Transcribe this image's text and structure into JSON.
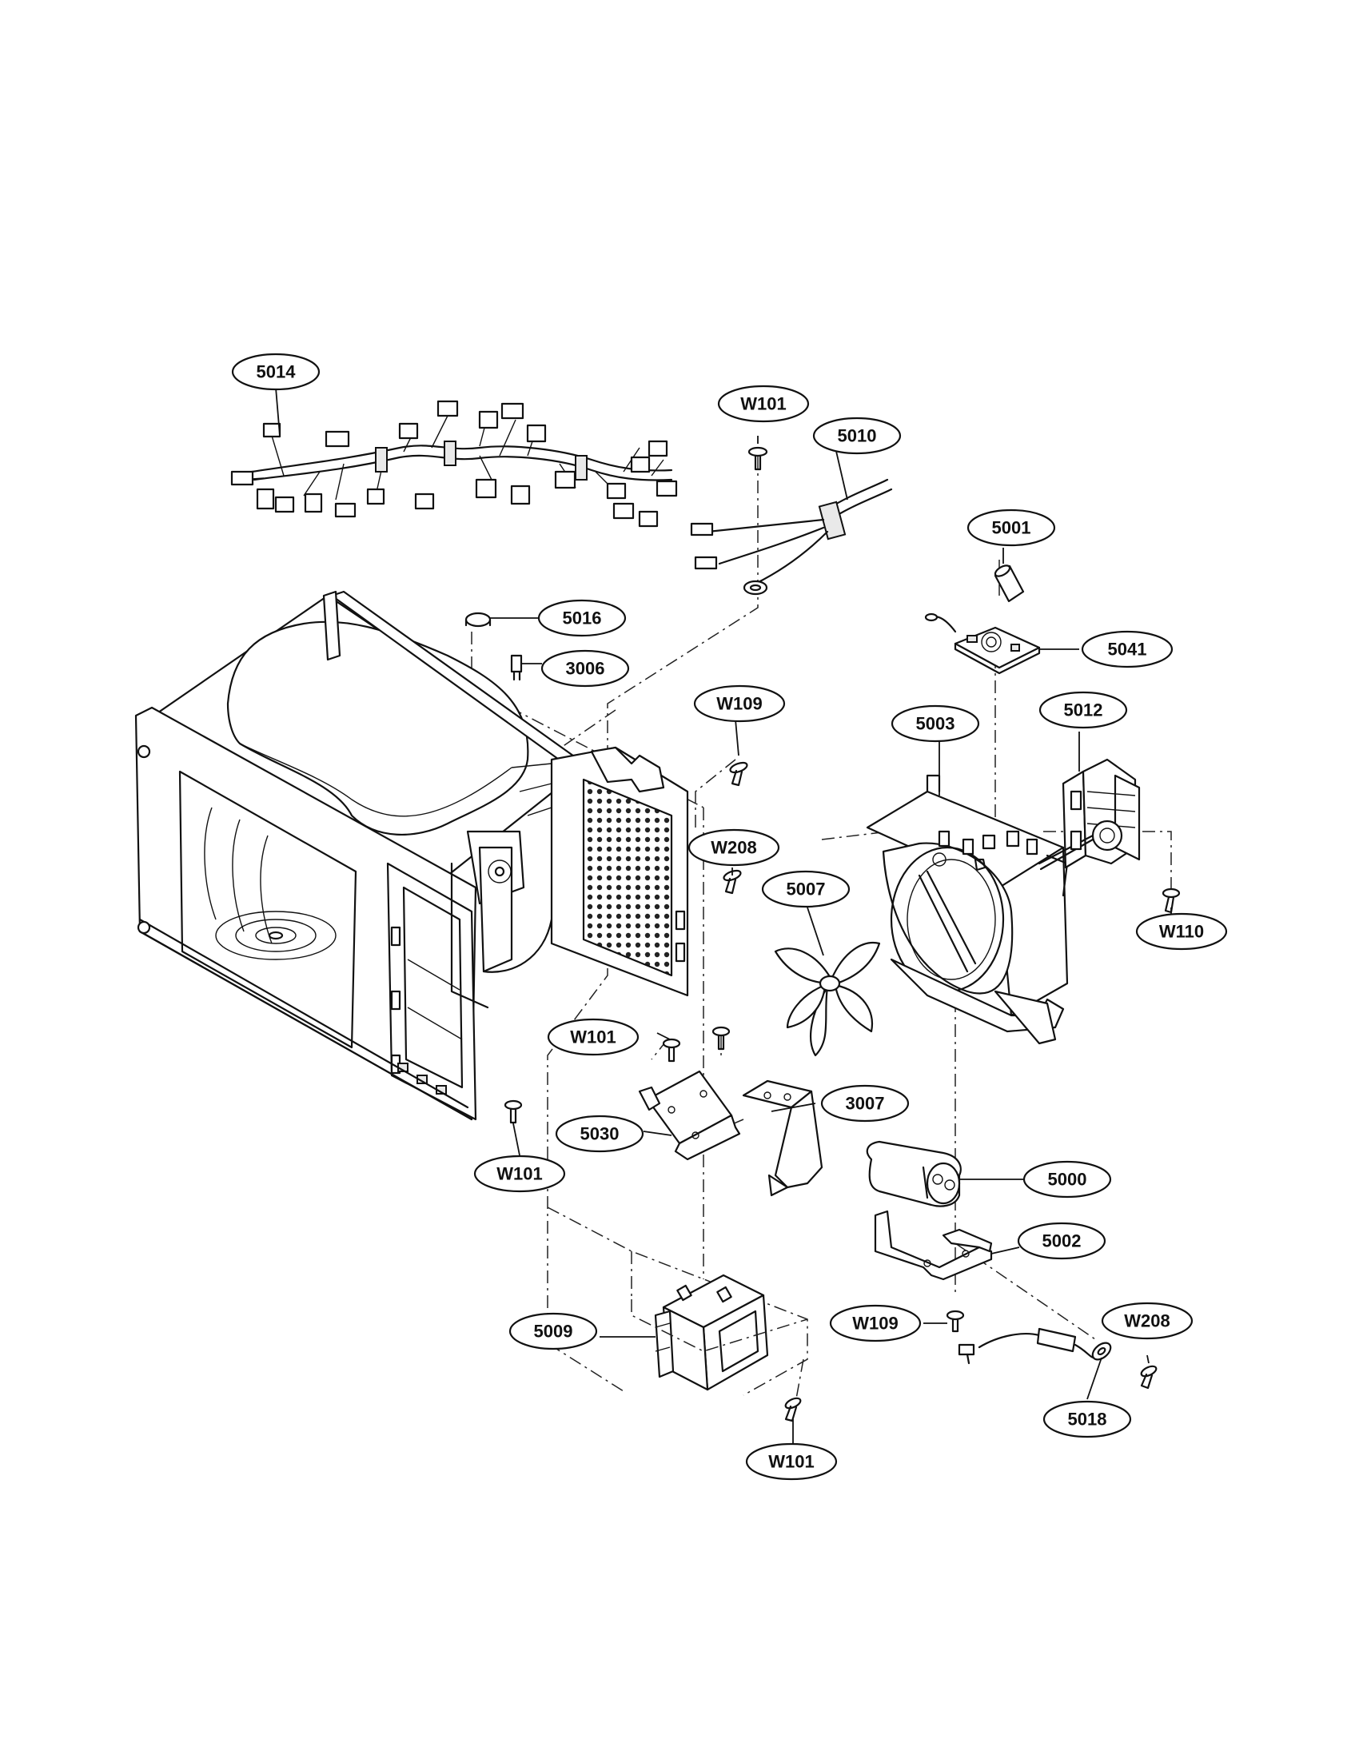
{
  "callouts": [
    {
      "id": "c5014",
      "label": "5014"
    },
    {
      "id": "c5016",
      "label": "5016"
    },
    {
      "id": "c3006",
      "label": "3006"
    },
    {
      "id": "c5010",
      "label": "5010"
    },
    {
      "id": "cW101a",
      "label": "W101"
    },
    {
      "id": "c5001",
      "label": "5001"
    },
    {
      "id": "c5041",
      "label": "5041"
    },
    {
      "id": "cW109a",
      "label": "W109"
    },
    {
      "id": "c5003",
      "label": "5003"
    },
    {
      "id": "c5012",
      "label": "5012"
    },
    {
      "id": "cW208a",
      "label": "W208"
    },
    {
      "id": "c5007",
      "label": "5007"
    },
    {
      "id": "cW110",
      "label": "W110"
    },
    {
      "id": "cW101b",
      "label": "W101"
    },
    {
      "id": "c3007",
      "label": "3007"
    },
    {
      "id": "c5030",
      "label": "5030"
    },
    {
      "id": "cW101c",
      "label": "W101"
    },
    {
      "id": "c5000",
      "label": "5000"
    },
    {
      "id": "c5002",
      "label": "5002"
    },
    {
      "id": "cW109b",
      "label": "W109"
    },
    {
      "id": "cW208b",
      "label": "W208"
    },
    {
      "id": "c5009",
      "label": "5009"
    },
    {
      "id": "c5018",
      "label": "5018"
    },
    {
      "id": "cW101d",
      "label": "W101"
    }
  ]
}
